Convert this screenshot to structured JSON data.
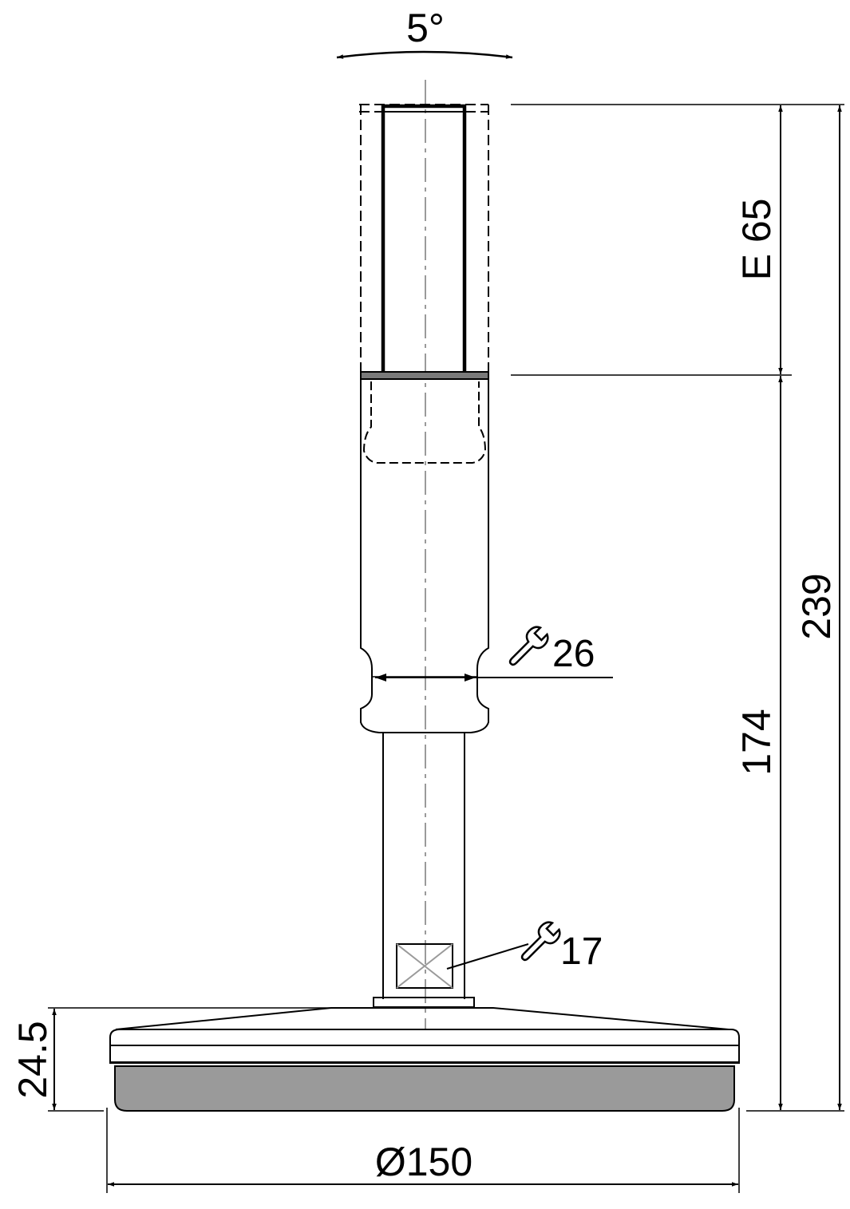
{
  "dimensions": {
    "angle": "5°",
    "extension": "E 65",
    "total_height": "239",
    "base_height": "174",
    "foot_height": "24.5",
    "foot_diameter": "Ø150"
  },
  "wrench_sizes": {
    "upper": "26",
    "lower": "17"
  },
  "colors": {
    "line": "#000000",
    "center_line": "#9a9a9a",
    "rubber_pad": "#9a9a9a",
    "hex_cross": "#9a9a9a"
  }
}
